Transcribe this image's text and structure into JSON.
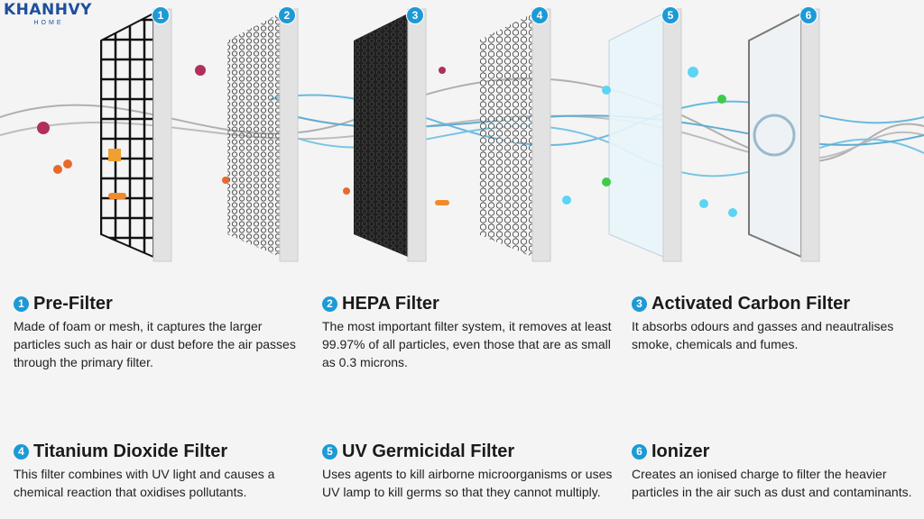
{
  "logo": {
    "brand": "KHANHVY",
    "sub": "HOME"
  },
  "colors": {
    "accent": "#1d9ad6",
    "brand": "#1d4f9c",
    "wave": "#3aa6d8"
  },
  "stages": [
    "1",
    "2",
    "3",
    "4",
    "5",
    "6"
  ],
  "filters": [
    {
      "num": "1",
      "title": "Pre-Filter",
      "desc": "Made of foam or mesh, it captures the larger particles such as hair or dust before the air passes through the primary filter."
    },
    {
      "num": "2",
      "title": "HEPA Filter",
      "desc": "The most important filter system, it removes at least 99.97% of all particles, even those that are as small as 0.3 microns."
    },
    {
      "num": "3",
      "title": "Activated Carbon Filter",
      "desc": "It absorbs odours and gasses and neautralises smoke, chemicals and fumes."
    },
    {
      "num": "4",
      "title": "Titanium Dioxide Filter",
      "desc": "This filter combines with UV light and causes a chemical reaction that oxidises pollutants."
    },
    {
      "num": "5",
      "title": "UV Germicidal Filter",
      "desc": "Uses agents to kill airborne microorganisms or uses UV lamp to kill germs so that they cannot multiply."
    },
    {
      "num": "6",
      "title": "Ionizer",
      "desc": "Creates an ionised charge to filter the heavier particles in the air such as dust and contaminants."
    }
  ]
}
